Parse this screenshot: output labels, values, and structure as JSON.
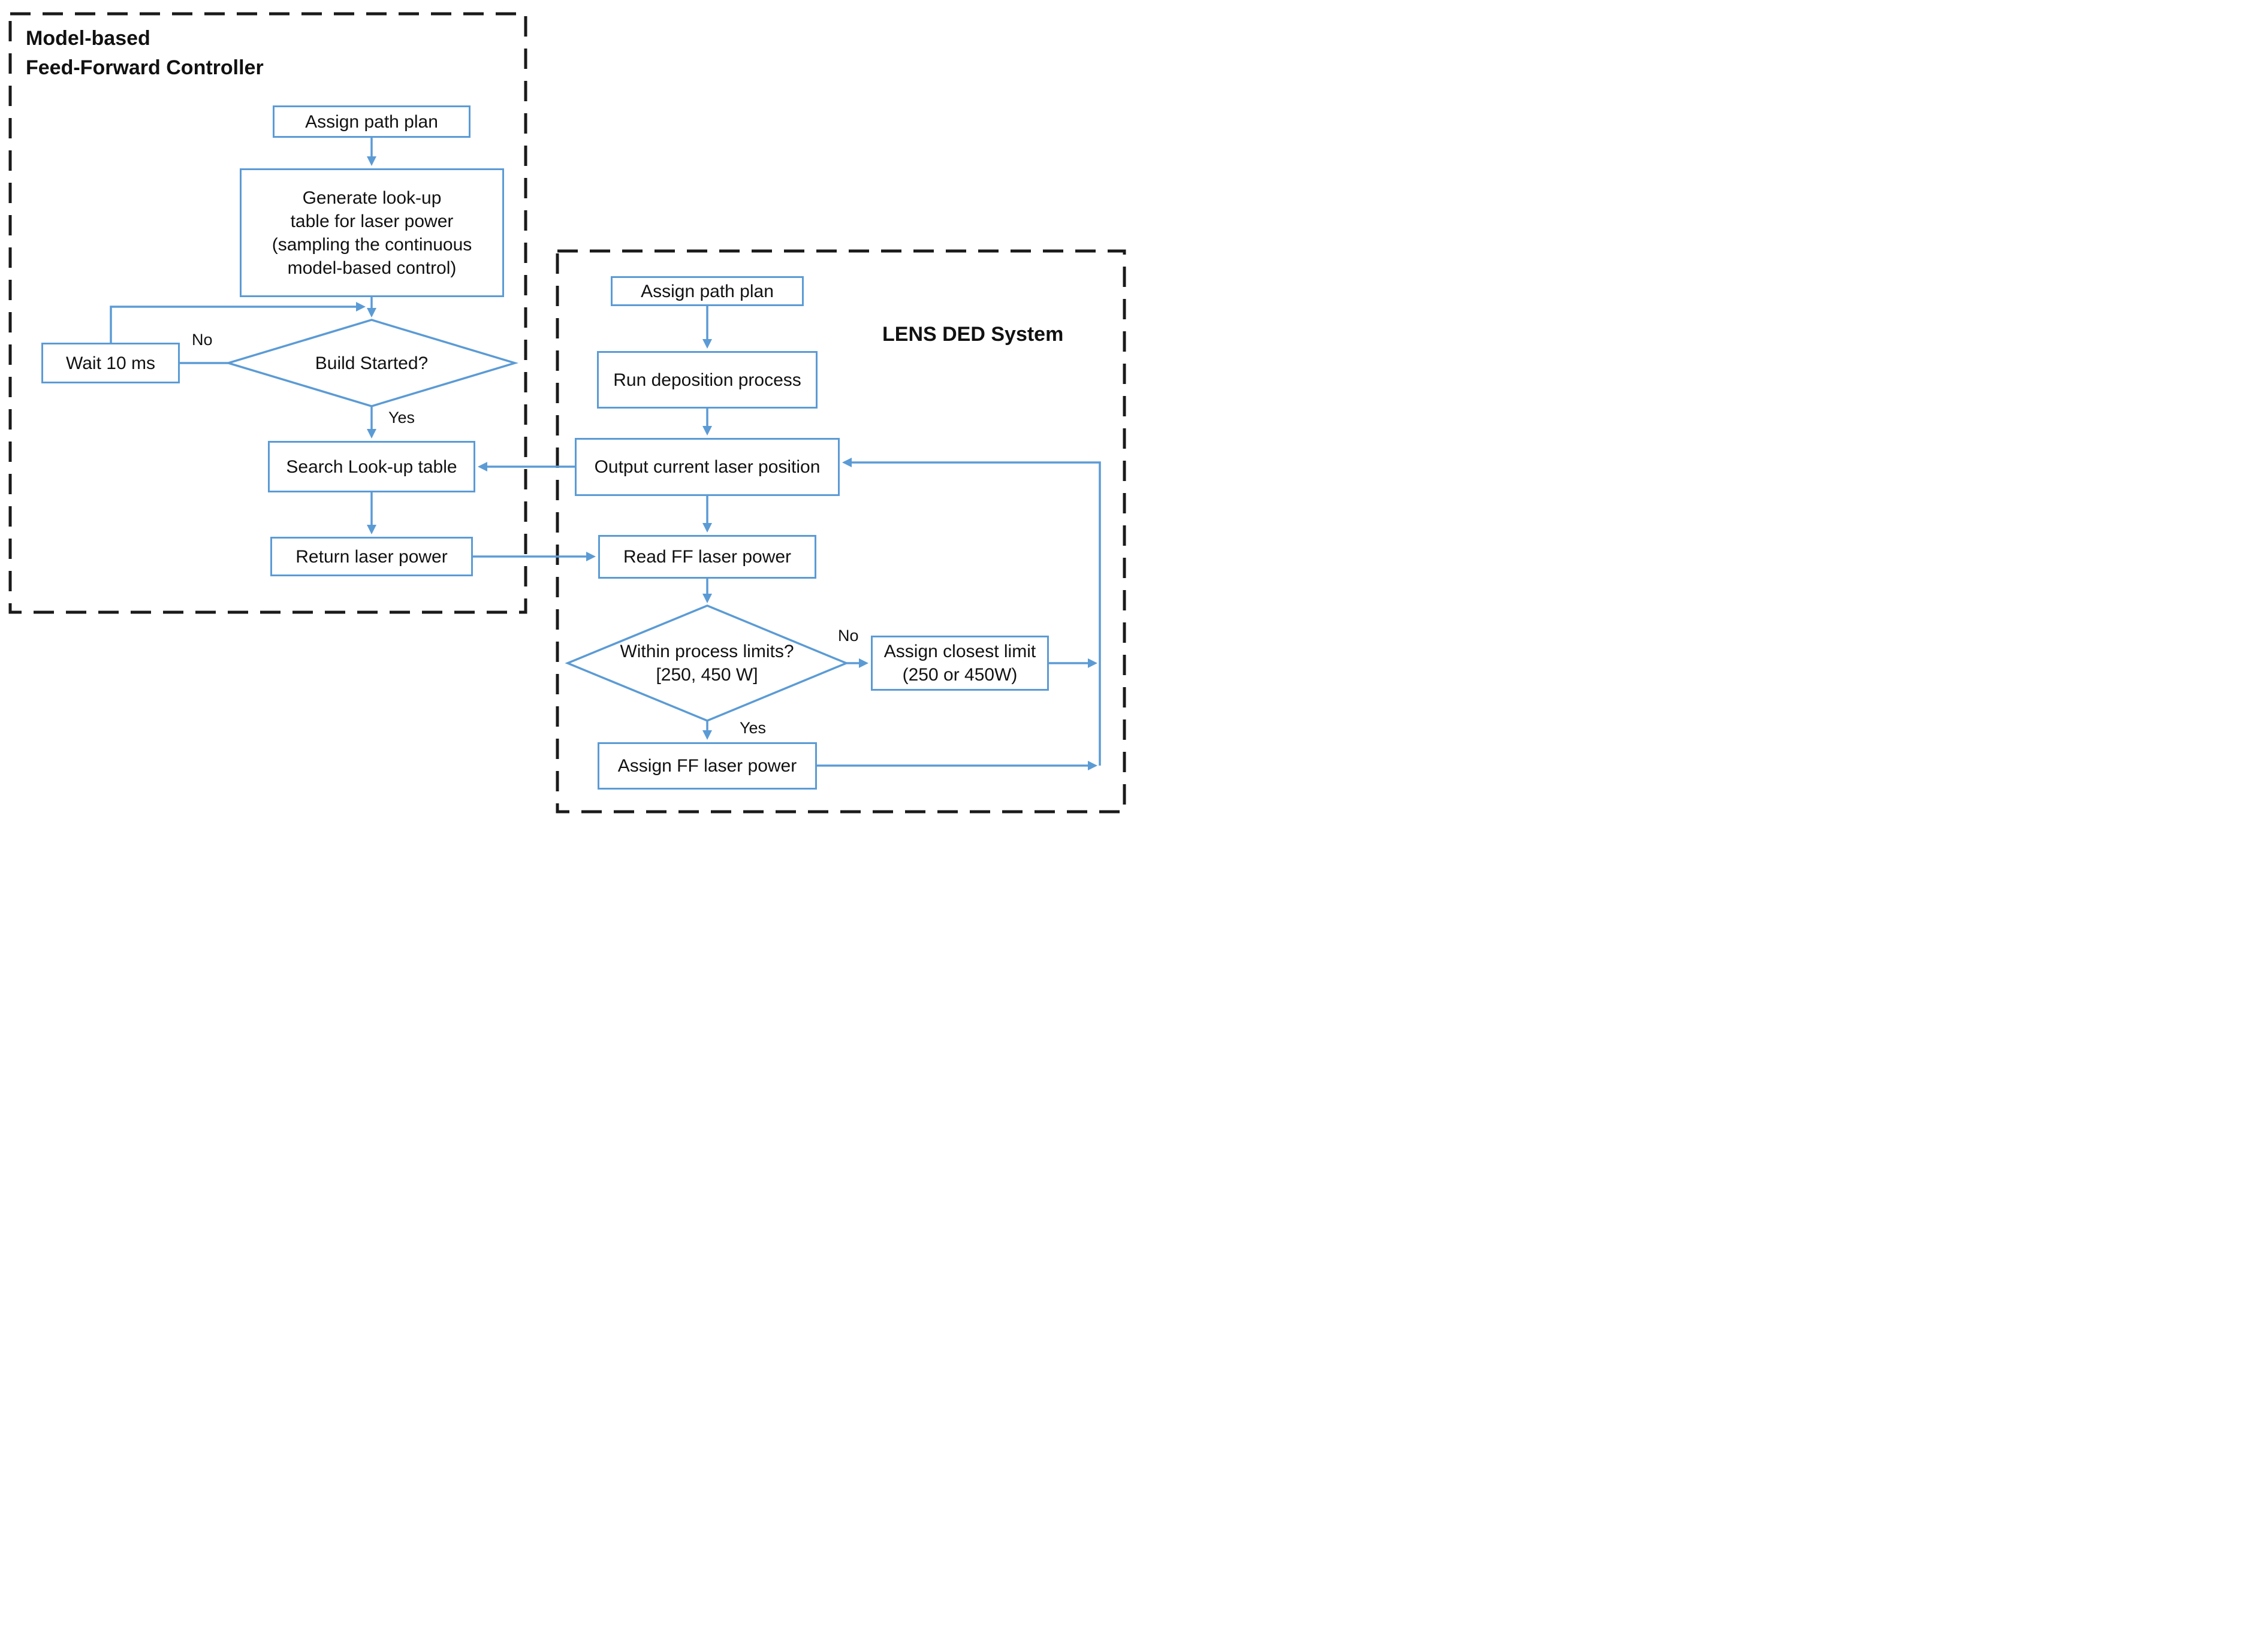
{
  "colors": {
    "accent_blue": "#5B9BD5",
    "panel_border": "#1a1a1a",
    "text": "#111111",
    "background": "#ffffff"
  },
  "left_panel": {
    "title": "Model-based\nFeed-Forward Controller",
    "nodes": {
      "assign_path_plan": "Assign path plan",
      "generate_lut": "Generate look-up\ntable for laser power\n(sampling the continuous\nmodel-based control)",
      "wait_10ms": "Wait 10 ms",
      "build_started": "Build Started?",
      "search_lut": "Search Look-up table",
      "return_laser_power": "Return laser power"
    },
    "edge_labels": {
      "no": "No",
      "yes": "Yes"
    }
  },
  "right_panel": {
    "title": "LENS DED System",
    "nodes": {
      "assign_path_plan": "Assign path plan",
      "run_deposition": "Run deposition process",
      "output_position": "Output current laser position",
      "read_ff_power": "Read FF laser power",
      "within_limits": "Within process limits?\n[250, 450 W]",
      "assign_closest_limit": "Assign closest limit\n(250 or 450W)",
      "assign_ff_power": "Assign FF laser power"
    },
    "edge_labels": {
      "no": "No",
      "yes": "Yes"
    }
  }
}
